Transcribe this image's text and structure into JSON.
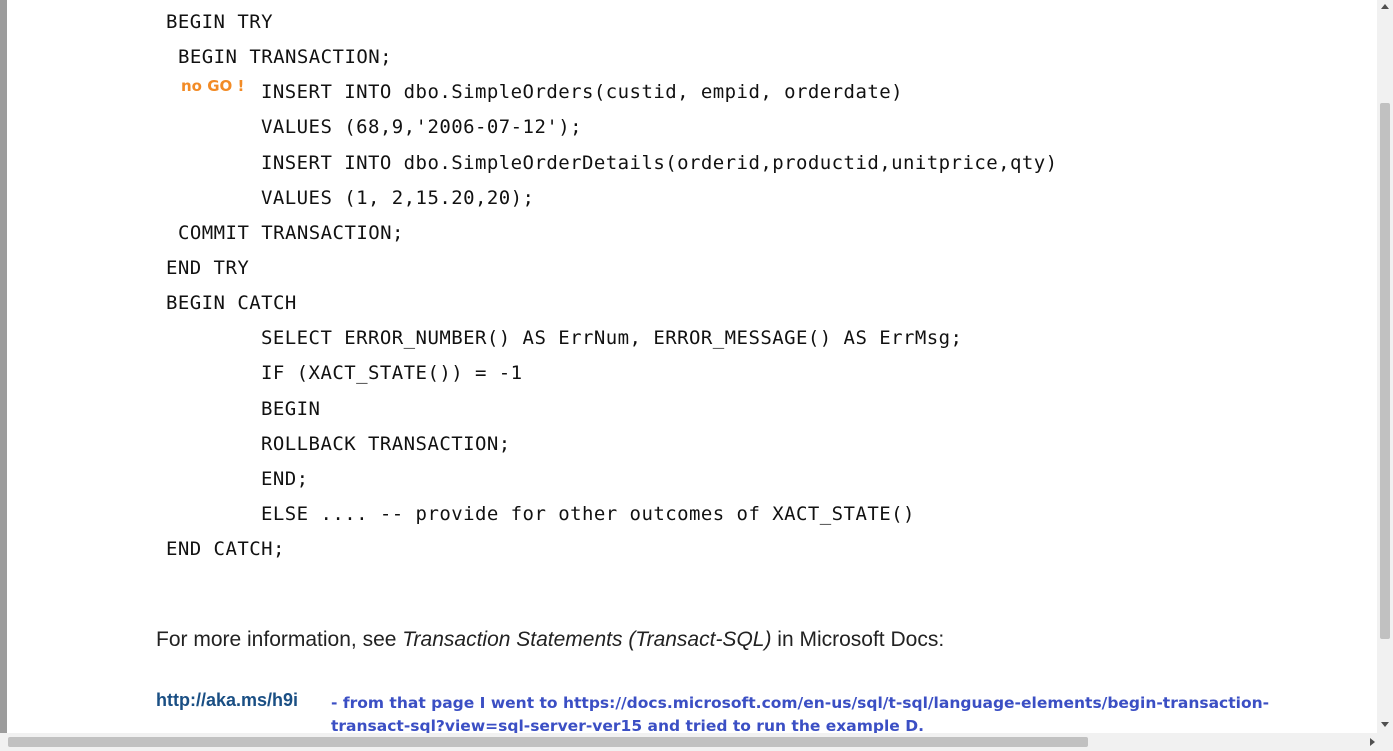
{
  "code": {
    "lines": [
      "BEGIN TRY",
      "BEGIN TRANSACTION;",
      "INSERT INTO dbo.SimpleOrders(custid, empid, orderdate)",
      "VALUES (68,9,'2006-07-12');",
      "INSERT INTO dbo.SimpleOrderDetails(orderid,productid,unitprice,qty)",
      "VALUES (1, 2,15.20,20);",
      "COMMIT TRANSACTION;",
      "END TRY",
      "BEGIN CATCH",
      "SELECT ERROR_NUMBER() AS ErrNum, ERROR_MESSAGE() AS ErrMsg;",
      "IF (XACT_STATE()) = -1",
      "BEGIN",
      "ROLLBACK TRANSACTION;",
      "END;",
      "ELSE .... -- provide for other outcomes of XACT_STATE()",
      "END CATCH;"
    ]
  },
  "annotation": {
    "text": "no GO !",
    "color": "#f28b26"
  },
  "info": {
    "prefix": "For more information, see ",
    "title": "Transaction Statements (Transact-SQL)",
    "suffix": " in Microsoft Docs:"
  },
  "link": {
    "text": "http://aka.ms/h9i",
    "color": "#1a4f84"
  },
  "comment": {
    "text": "- from  that page I went to https://docs.microsoft.com/en-us/sql/t-sql/language-elements/begin-transaction-transact-sql?view=sql-server-ver15 and tried to run the example D.",
    "color": "#3b4fc4"
  }
}
